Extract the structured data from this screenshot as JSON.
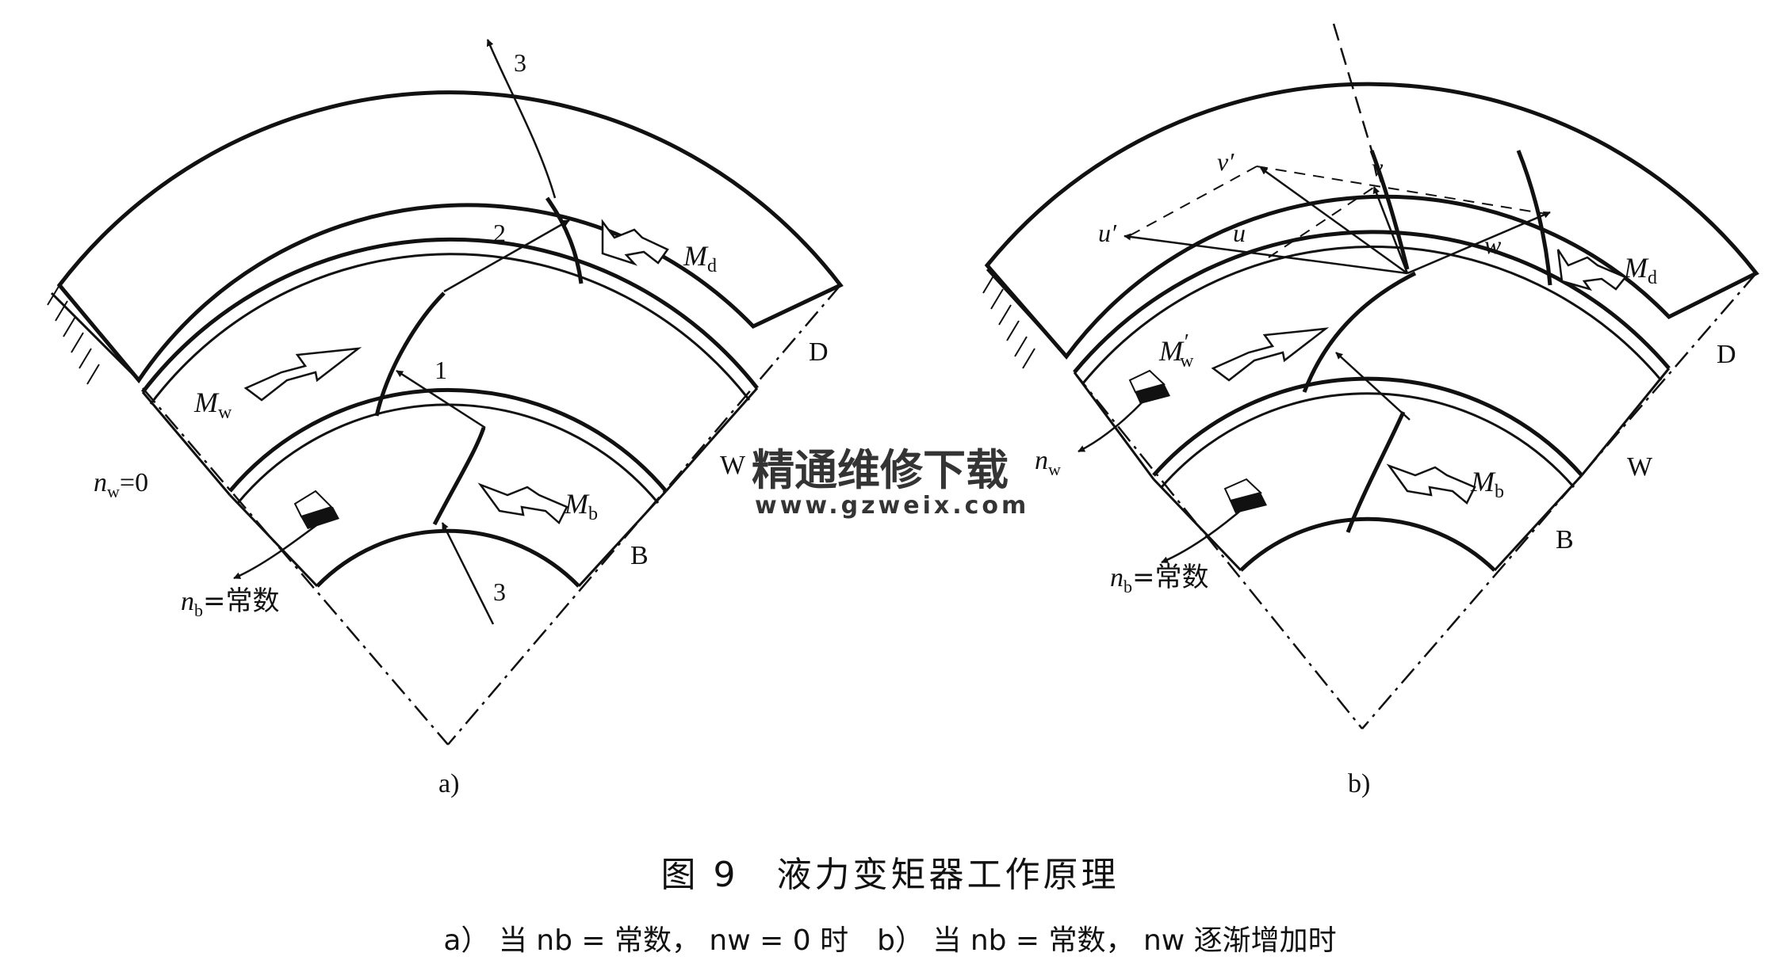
{
  "figure": {
    "title": "图 9　液力变矩器工作原理",
    "subtitle": "a） 当 nb = 常数， nw = 0 时　b） 当 nb = 常数， nw 逐渐增加时"
  },
  "panel_a": {
    "label": "a)",
    "ring_labels": {
      "d": "D",
      "w": "W",
      "b": "B"
    },
    "flow_labels": {
      "l1": "1",
      "l2": "2",
      "l3_top": "3",
      "l3_bottom": "3"
    },
    "torque": {
      "md": "M",
      "md_sub": "d",
      "mw": "M",
      "mw_sub": "w",
      "mb": "M",
      "mb_sub": "b"
    },
    "speed_w": {
      "n": "n",
      "sub": "w",
      "rest": "=0"
    },
    "speed_b": {
      "n": "n",
      "sub": "b",
      "rest": "=常数"
    }
  },
  "panel_b": {
    "label": "b)",
    "ring_labels": {
      "d": "D",
      "w": "W",
      "b": "B"
    },
    "vectors": {
      "v_prime": "v′",
      "v": "v",
      "u_prime": "u′",
      "u": "u",
      "w": "w"
    },
    "torque": {
      "md": "M",
      "md_sub": "d",
      "mw": "M",
      "mw_sub": "w",
      "mw_prime": "′",
      "mb": "M",
      "mb_sub": "b"
    },
    "speed_w": {
      "n": "n",
      "sub": "w"
    },
    "speed_b": {
      "n": "n",
      "sub": "b",
      "rest": "=常数"
    }
  },
  "watermark": {
    "cn": "精通维修下载",
    "url": "www.gzweix.com",
    "color": "#f0b27a"
  }
}
